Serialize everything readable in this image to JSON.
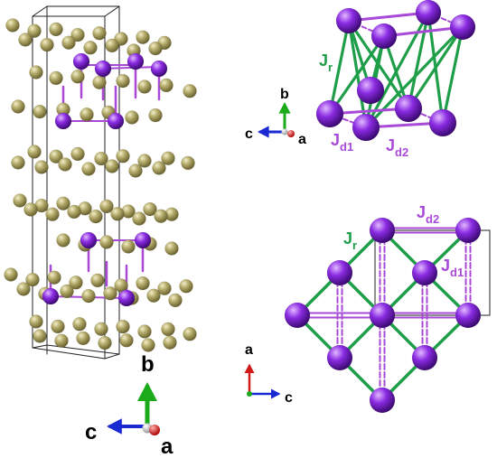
{
  "colors": {
    "gold_atom": "#a39a5a",
    "purple_atom": "#7a1fc8",
    "green_bond": "#1f9e4a",
    "purple_bond": "#a84ad6",
    "axis_red": "#d21a1a",
    "axis_green": "#1aaa1a",
    "axis_blue": "#1a2ad2",
    "cell_line": "#222222"
  },
  "left_panel": {
    "axes": {
      "b": "b",
      "c": "c",
      "a": "a"
    }
  },
  "right_top_panel": {
    "axes": {
      "b": "b",
      "c": "c",
      "a": "a"
    },
    "labels": {
      "jr_main": "J",
      "jr_sub": "r",
      "jd1_main": "J",
      "jd1_sub": "d1",
      "jd2_main": "J",
      "jd2_sub": "d2"
    }
  },
  "right_bottom_panel": {
    "axes": {
      "a": "a",
      "c": "c"
    },
    "labels": {
      "jr_main": "J",
      "jr_sub": "r",
      "jd1_main": "J",
      "jd1_sub": "d1",
      "jd2_main": "J",
      "jd2_sub": "d2"
    }
  }
}
